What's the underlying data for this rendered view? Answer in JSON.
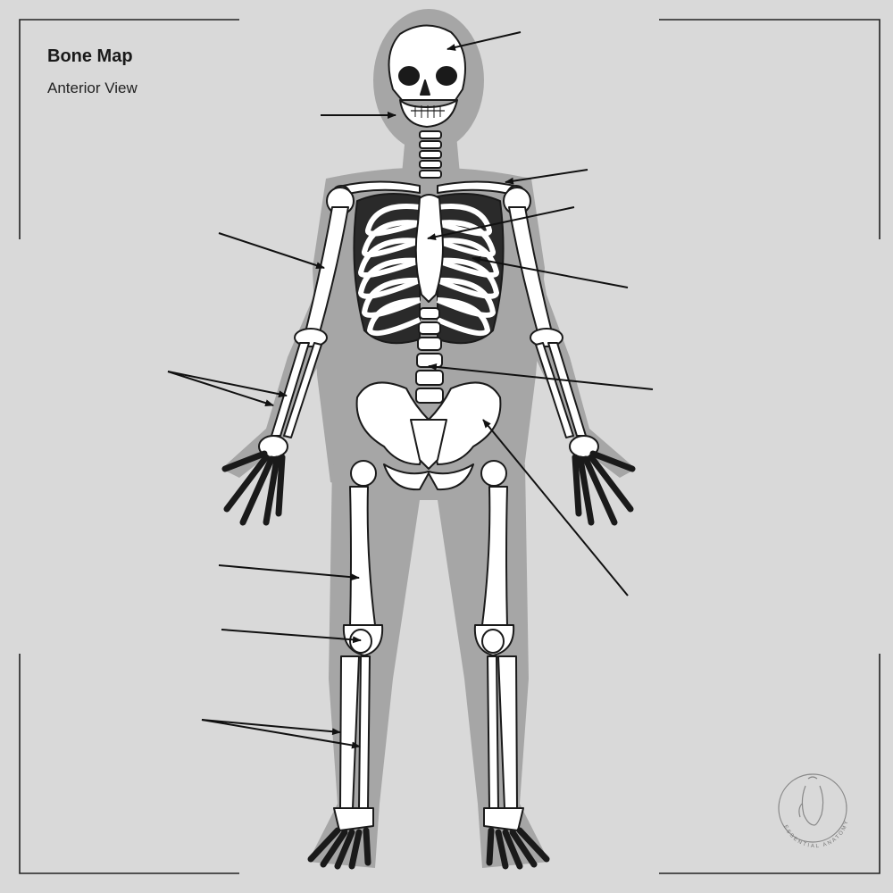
{
  "header": {
    "title": "Bone Map",
    "subtitle": "Anterior View"
  },
  "logo": {
    "text": "ESSENTIAL ANATOMY",
    "icon": "torso-sketch-icon"
  },
  "colors": {
    "background": "#d9d9d9",
    "frame": "#222222",
    "silhouette": "#a6a6a6",
    "bone_fill": "#ffffff",
    "bone_outline": "#1a1a1a",
    "pointer": "#111111"
  }
}
